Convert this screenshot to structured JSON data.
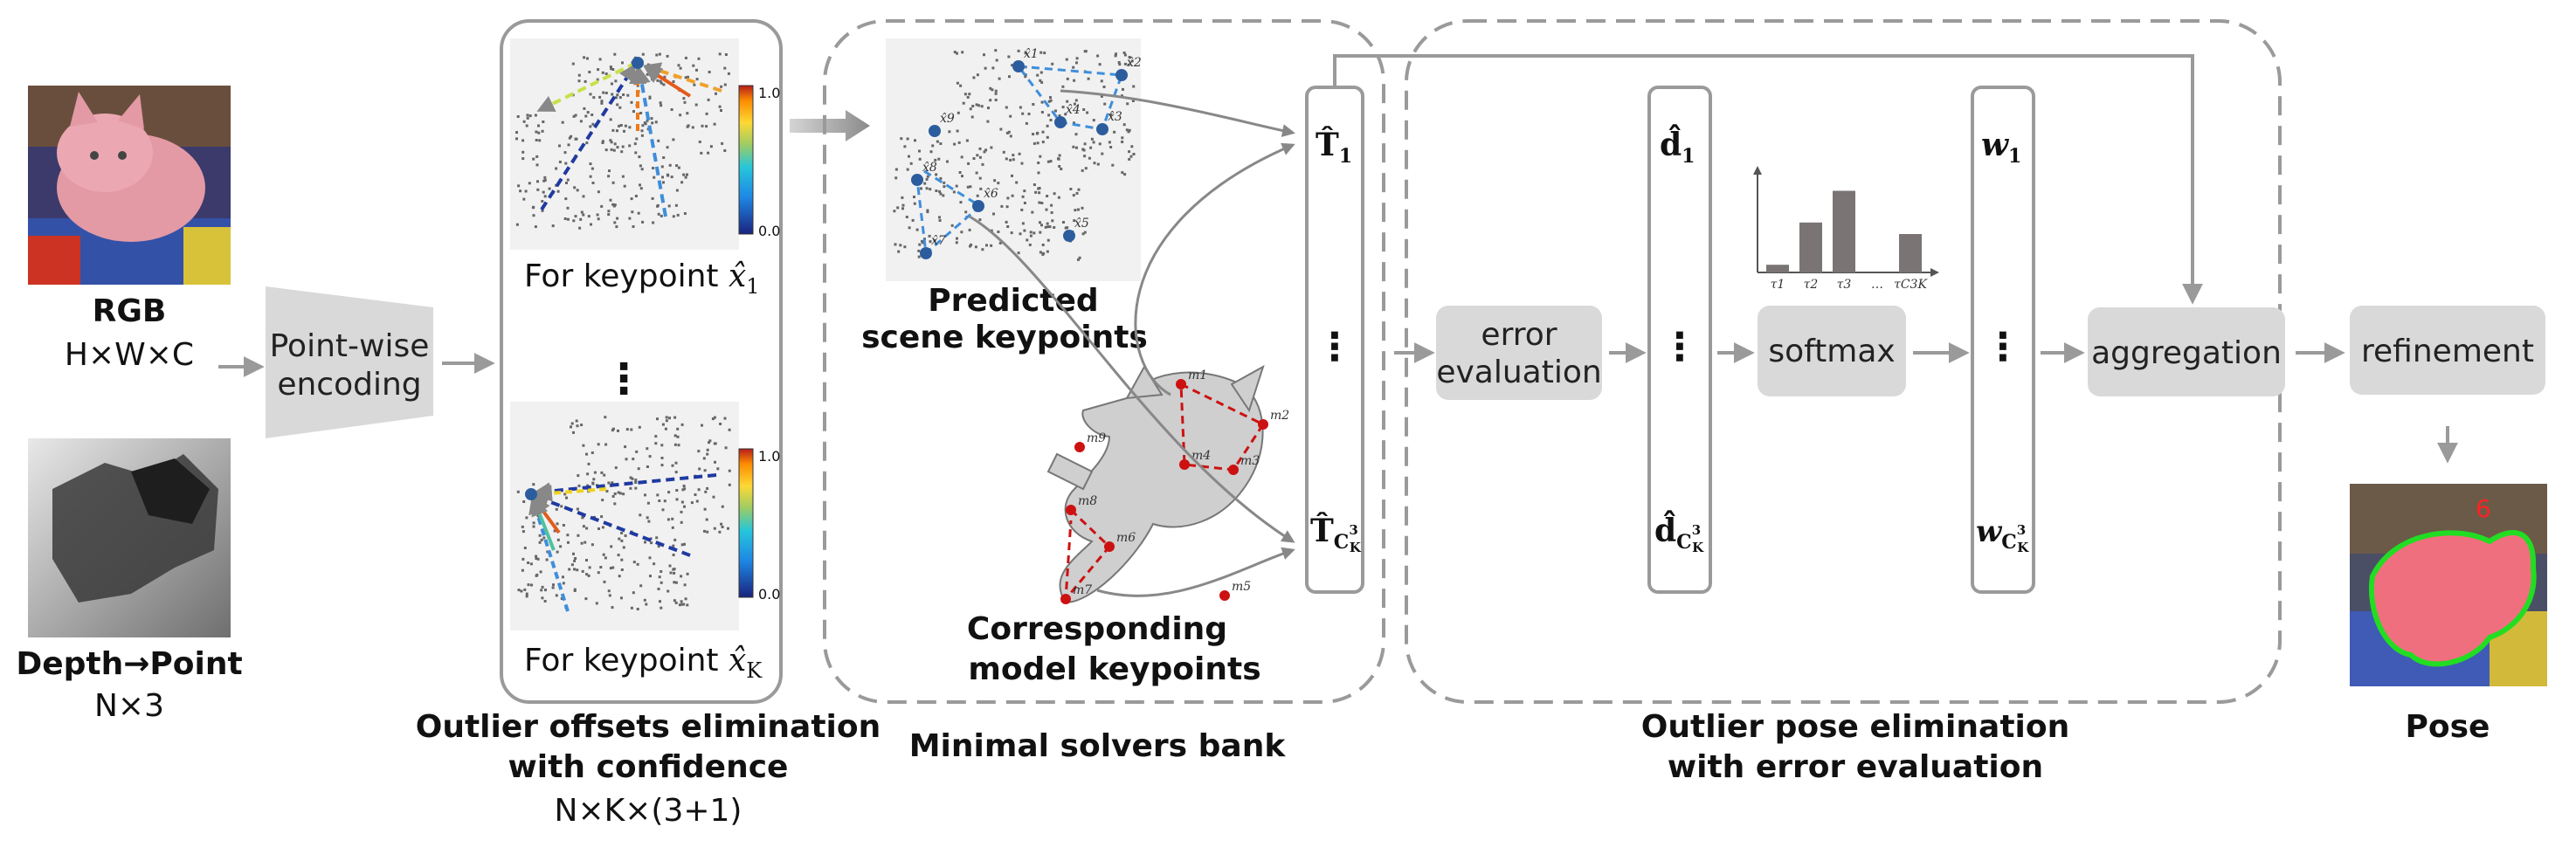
{
  "inputs": {
    "rgb_label": "RGB",
    "rgb_dims": "H×W×C",
    "depth_label": "Depth→Point",
    "depth_dims": "N×3"
  },
  "encoder": {
    "line1": "Point-wise",
    "line2": "encoding"
  },
  "offsets_panel": {
    "label_top_prefix": "For keypoint ",
    "label_top_var": "x̂",
    "label_top_sub": "1",
    "label_bottom_prefix": "For keypoint ",
    "label_bottom_var": "x̂",
    "label_bottom_sub": "K",
    "colorbar_max": "1.0",
    "colorbar_min": "0.0",
    "caption_line1": "Outlier offsets elimination",
    "caption_line2": "with confidence",
    "caption_dims": "N×K×(3+1)"
  },
  "solvers_panel": {
    "scene_caption_line1": "Predicted",
    "scene_caption_line2": "scene  keypoints",
    "model_caption_line1": "Corresponding",
    "model_caption_line2": "model keypoints",
    "caption": "Minimal solvers bank",
    "scene_keypoints": [
      "x̂1",
      "x̂2",
      "x̂3",
      "x̂4",
      "x̂5",
      "x̂6",
      "x̂7",
      "x̂8",
      "x̂9"
    ],
    "model_keypoints": [
      "m1",
      "m2",
      "m3",
      "m4",
      "m5",
      "m6",
      "m7",
      "m8",
      "m9"
    ]
  },
  "pose_column": {
    "top": "T̂",
    "top_sub": "1",
    "bottom": "T̂",
    "bottom_sub": "C",
    "bottom_sub_sup": "3",
    "bottom_sub_sub": "K",
    "dots": "⋮"
  },
  "error_column": {
    "top": "d̂",
    "top_sub": "1",
    "bottom": "d̂",
    "bottom_sub": "C",
    "bottom_sub_sup": "3",
    "bottom_sub_sub": "K",
    "dots": "⋮"
  },
  "weight_column": {
    "top": "w",
    "top_sub": "1",
    "bottom": "w",
    "bottom_sub": "C",
    "bottom_sub_sup": "3",
    "bottom_sub_sub": "K",
    "dots": "⋮"
  },
  "pipeline_boxes": {
    "error_eval_line1": "error",
    "error_eval_line2": "evaluation",
    "softmax": "softmax",
    "aggregation": "aggregation",
    "refinement": "refinement"
  },
  "histogram": {
    "tick_labels": [
      "τ1",
      "τ2",
      "τ3",
      "…",
      "τC3K"
    ],
    "bar_values": [
      0.08,
      0.52,
      0.85,
      0.05,
      0.4
    ]
  },
  "elimination_caption_line1": "Outlier pose elimination",
  "elimination_caption_line2": "with error evaluation",
  "output": {
    "pose_label": "Pose",
    "pose_overlay_text": "6"
  },
  "colors": {
    "box_fill": "#d9d9d9",
    "arrow": "#999999",
    "dashed_border": "#9a9a9a",
    "keypoint_blue": "#2b5d9e",
    "keypoint_red": "#cc1111",
    "pose_green": "#22dd22"
  }
}
